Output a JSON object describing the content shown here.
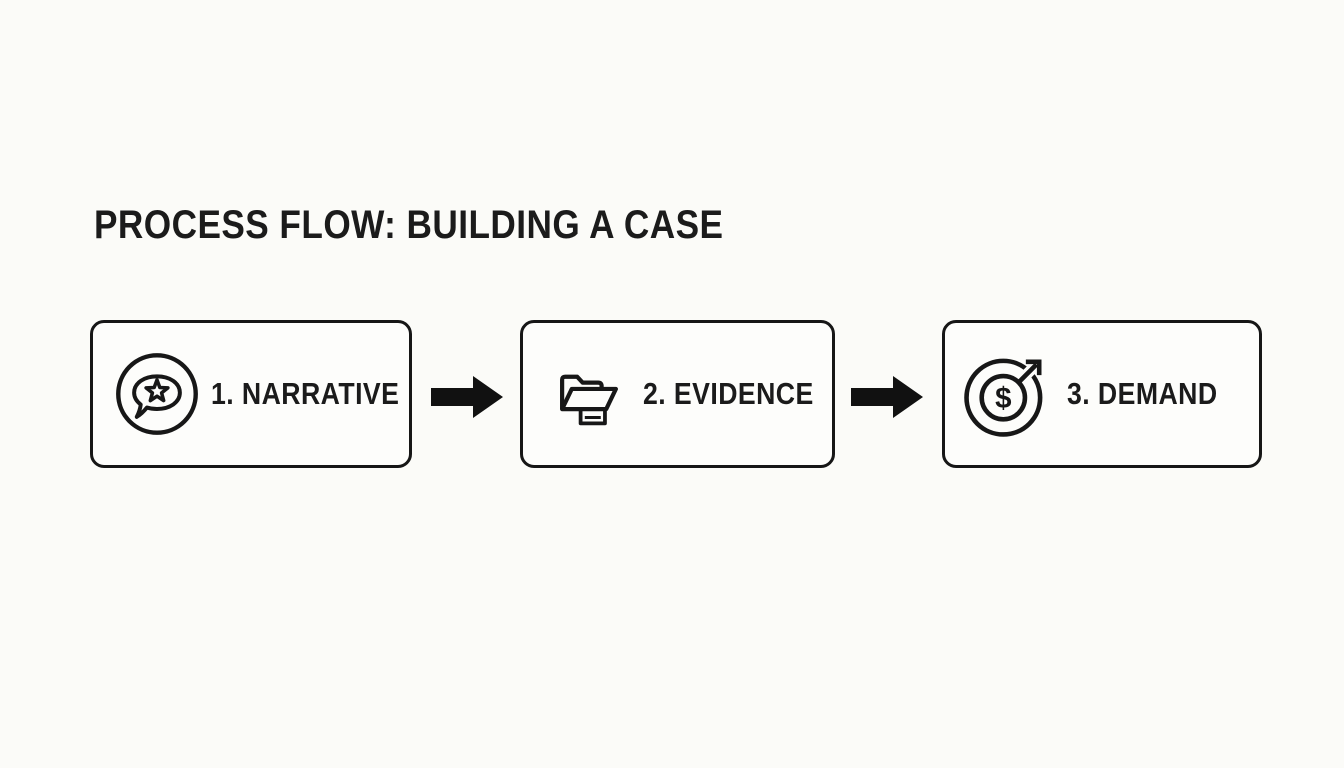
{
  "page": {
    "title": "PROCESS FLOW: BUILDING A CASE",
    "background_color": "#fbfbf8",
    "ink_color": "#171717"
  },
  "flow": {
    "steps": [
      {
        "label": "1. NARRATIVE",
        "icon": "speech-bubble-star-icon"
      },
      {
        "label": "2. EVIDENCE",
        "icon": "open-folder-document-icon"
      },
      {
        "label": "3. DEMAND",
        "icon": "dollar-growth-arrow-icon"
      }
    ],
    "connector_icon": "solid-right-arrow-icon",
    "connector_color": "#111111",
    "box_border_color": "#161616",
    "box_fill_color": "#fdfdfb"
  }
}
